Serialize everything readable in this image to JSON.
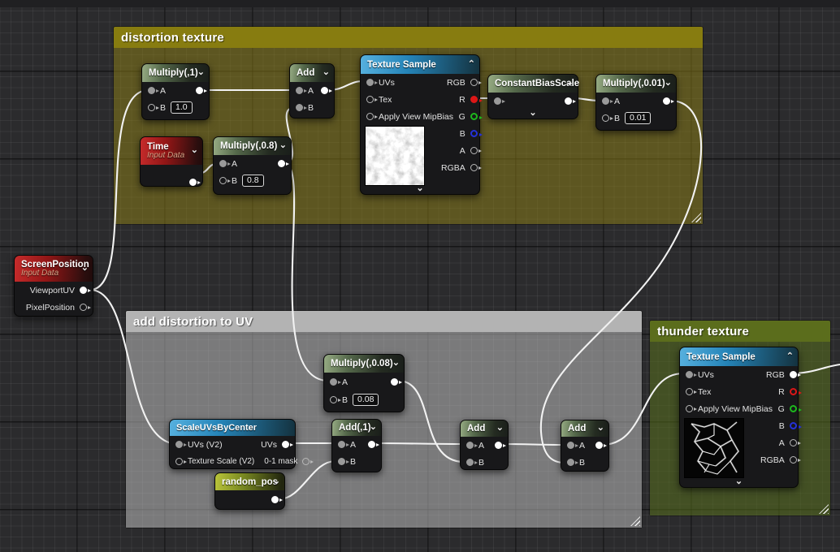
{
  "comments": {
    "distortion": {
      "title": "distortion texture"
    },
    "add_distortion": {
      "title": "add distortion to UV"
    },
    "thunder": {
      "title": "thunder texture"
    }
  },
  "labels": {
    "a": "A",
    "b": "B"
  },
  "icons": {
    "chevron_down": "⌄",
    "chevron_up": "⌃",
    "noise_preview": "noise-texture-preview",
    "lightning_preview": "lightning-texture-preview"
  },
  "ts": {
    "title": "Texture Sample",
    "inputs": [
      "UVs",
      "Tex",
      "Apply View MipBias"
    ],
    "outputs": [
      "RGB",
      "R",
      "G",
      "B",
      "A",
      "RGBA"
    ]
  },
  "nodes": {
    "multiply1": {
      "title": "Multiply(,1)",
      "b_value": "1.0"
    },
    "time": {
      "title": "Time",
      "subtitle": "Input Data"
    },
    "multiply08": {
      "title": "Multiply(,0.8)",
      "b_value": "0.8"
    },
    "add_top": {
      "title": "Add"
    },
    "cbs": {
      "title": "ConstantBiasScale"
    },
    "multiply001": {
      "title": "Multiply(,0.01)",
      "b_value": "0.01"
    },
    "screenpos": {
      "title": "ScreenPosition",
      "subtitle": "Input Data",
      "out1": "ViewportUV",
      "out2": "PixelPosition"
    },
    "multiply008": {
      "title": "Multiply(,0.08)",
      "b_value": "0.08"
    },
    "scaleuvs": {
      "title": "ScaleUVsByCenter",
      "in1": "UVs (V2)",
      "in2": "Texture Scale (V2)",
      "out1": "UVs",
      "out2": "0-1 mask"
    },
    "random_pos": {
      "title": "random_pos"
    },
    "add1": {
      "title": "Add(,1)"
    },
    "add_mid": {
      "title": "Add"
    },
    "add_last": {
      "title": "Add"
    }
  },
  "connections": [
    {
      "from": "ScreenPosition.ViewportUV",
      "to": "Multiply(,1).A"
    },
    {
      "from": "ScreenPosition.ViewportUV",
      "to": "ScaleUVsByCenter.UVs (V2)"
    },
    {
      "from": "Time.Output",
      "to": "Multiply(,0.8).A"
    },
    {
      "from": "Multiply(,1).Output",
      "to": "Add.A"
    },
    {
      "from": "Multiply(,0.8).Output",
      "to": "Add.B"
    },
    {
      "from": "Multiply(,0.8).Output",
      "to": "Multiply(,0.08).A"
    },
    {
      "from": "Add.Output",
      "to": "TextureSample[distortion].UVs"
    },
    {
      "from": "TextureSample[distortion].R",
      "to": "ConstantBiasScale.In"
    },
    {
      "from": "ConstantBiasScale.Out",
      "to": "Multiply(,0.01).A"
    },
    {
      "from": "Multiply(,0.01).Output",
      "to": "Add[last].B"
    },
    {
      "from": "ScaleUVsByCenter.UVs",
      "to": "Add(,1).A"
    },
    {
      "from": "random_pos.Output",
      "to": "Add(,1).B"
    },
    {
      "from": "Add(,1).Output",
      "to": "Add[mid].A"
    },
    {
      "from": "Multiply(,0.08).Output",
      "to": "Add[mid].B"
    },
    {
      "from": "Add[mid].Output",
      "to": "Add[last].A"
    },
    {
      "from": "Add[last].Output",
      "to": "TextureSample[thunder].UVs"
    },
    {
      "from": "TextureSample[thunder].RGB",
      "to": "offscreen-right"
    }
  ],
  "colors": {
    "wire": "#f2f2f2",
    "pin_red": "#dd1717",
    "pin_green": "#1db81d",
    "pin_blue": "#2431d8",
    "comment_distortion_bar": "#877c10",
    "comment_gray_bar": "#b3b3b3",
    "comment_thunder_bar": "#5b6d1c",
    "header_green": "#55694b",
    "header_blue": "#2584b8",
    "header_red": "#911616",
    "header_lime": "#7c8c22"
  }
}
